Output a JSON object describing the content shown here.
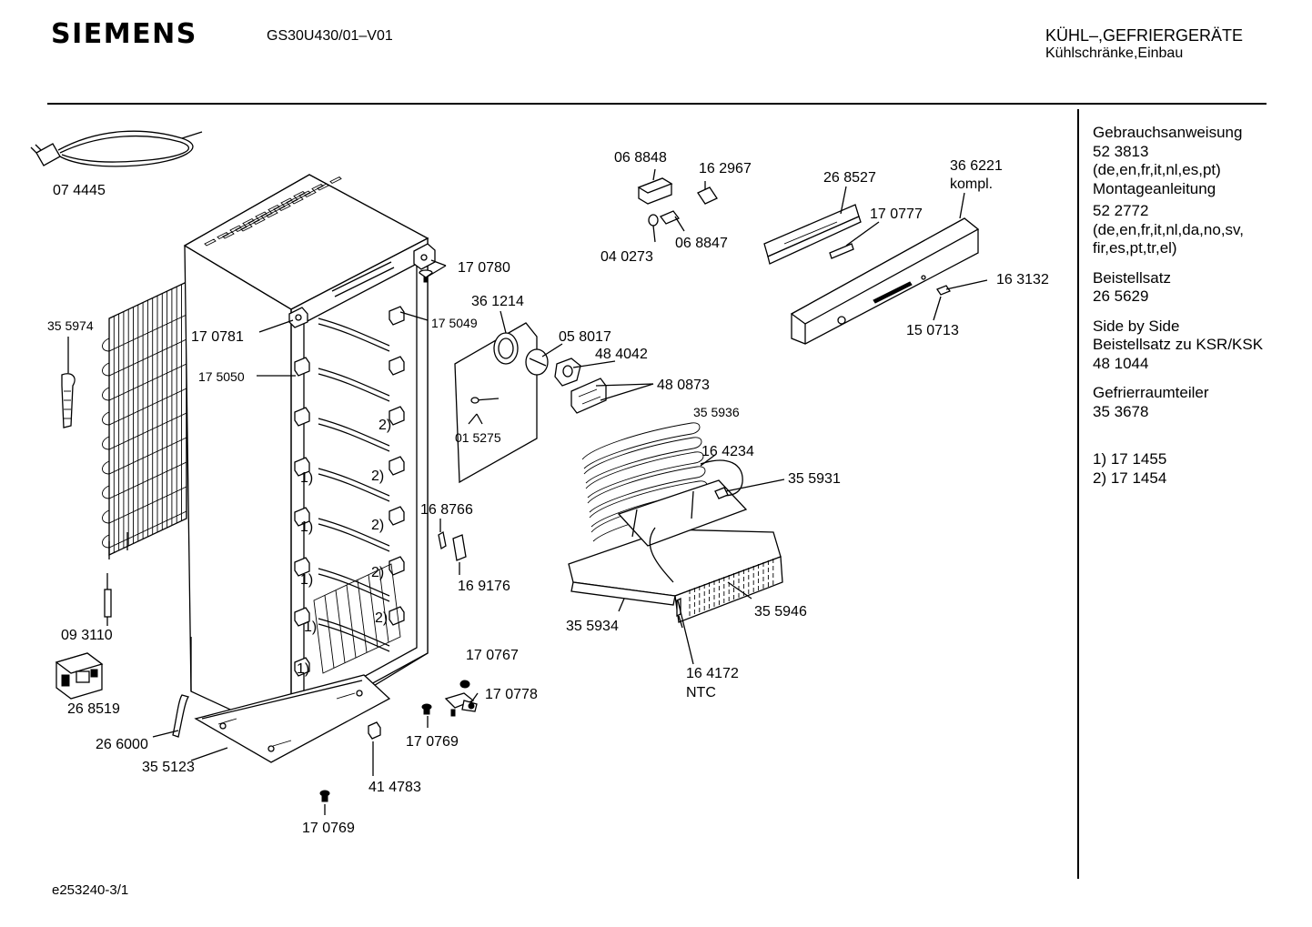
{
  "header": {
    "brand": "SIEMENS",
    "model": "GS30U430/01–V01",
    "category_main": "KÜHL–,GEFRIERGERÄTE",
    "category_sub": "Kühlschränke,Einbau"
  },
  "footer": {
    "drawing_id": "e253240-3/1"
  },
  "sidebar": {
    "docs": [
      {
        "lines": [
          "Gebrauchsanweisung",
          "52 3813",
          "(de,en,fr,it,nl,es,pt)"
        ]
      },
      {
        "lines": [
          "Montageanleitung"
        ]
      },
      {
        "lines": [
          "52 2772",
          "(de,en,fr,it,nl,da,no,sv,",
          "fir,es,pt,tr,el)"
        ]
      },
      {
        "lines": [
          "Beistellsatz",
          "26 5629"
        ]
      },
      {
        "lines": [
          "Side by Side",
          "Beistellsatz zu KSR/KSK",
          "48 1044"
        ]
      },
      {
        "lines": [
          "Gefrierraumteiler",
          "35 3678"
        ]
      }
    ],
    "notes": [
      "1) 17 1455",
      "2) 17 1454"
    ]
  },
  "parts": {
    "p074445": "07 4445",
    "p355974": "35 5974",
    "p093110": "09 3110",
    "p268519": "26 8519",
    "p266000": "26 6000",
    "p355123": "35 5123",
    "p170769a": "17 0769",
    "p414783": "41 4783",
    "p170781": "17 0781",
    "p175050": "17 5050",
    "p170780": "17 0780",
    "p175049": "17 5049",
    "p361214": "36 1214",
    "p015275": "01 5275",
    "p058017": "05 8017",
    "p484042": "48 4042",
    "p480873": "48 0873",
    "p168766": "16 8766",
    "p169176": "16 9176",
    "p170767": "17 0767",
    "p170778": "17 0778",
    "p170769b": "17 0769",
    "p068848": "06 8848",
    "p162967": "16 2967",
    "p040273": "04 0273",
    "p068847": "06 8847",
    "p268527": "26 8527",
    "p170777": "17 0777",
    "p366221": "36 6221",
    "p366221_note": "kompl.",
    "p163132": "16 3132",
    "p150713": "15 0713",
    "p355936": "35 5936",
    "p164234": "16 4234",
    "p355931": "35 5931",
    "p355934": "35 5934",
    "p355946": "35 5946",
    "p164172": "16 4172",
    "p164172_note": "NTC"
  },
  "marks": {
    "one": "1)",
    "two": "2)"
  }
}
